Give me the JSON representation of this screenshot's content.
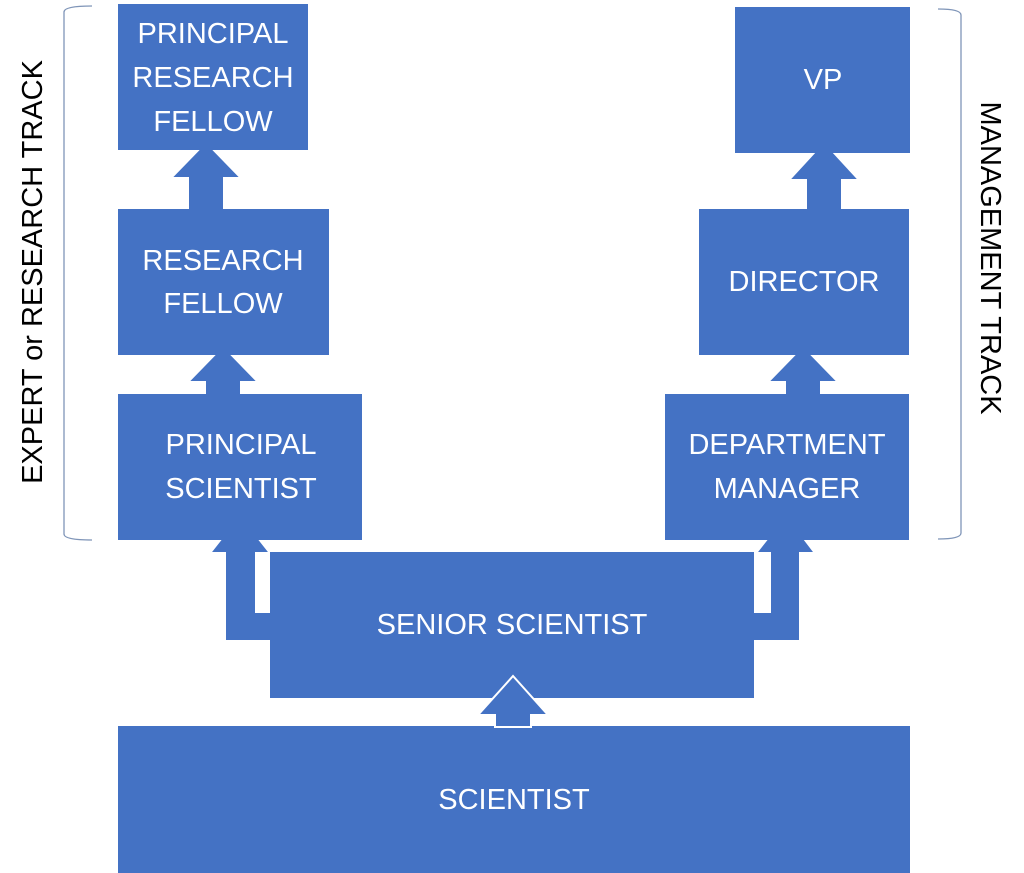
{
  "diagram": {
    "title": "Career ladder: expert/research track vs management track",
    "colors": {
      "box": "#4472c4",
      "box_text": "#ffffff",
      "track_label": "#000000",
      "bracket": "#7f95b8"
    },
    "tracks": {
      "left": {
        "label": "EXPERT or RESEARCH TRACK"
      },
      "right": {
        "label": "MANAGEMENT TRACK"
      }
    },
    "nodes": {
      "scientist": {
        "lines": [
          "SCIENTIST"
        ]
      },
      "senior_scientist": {
        "lines": [
          "SENIOR SCIENTIST"
        ]
      },
      "principal_scientist": {
        "lines": [
          "PRINCIPAL",
          "SCIENTIST"
        ]
      },
      "research_fellow": {
        "lines": [
          "RESEARCH",
          "FELLOW"
        ]
      },
      "principal_research_fellow": {
        "lines": [
          "PRINCIPAL",
          "RESEARCH",
          "FELLOW"
        ]
      },
      "department_manager": {
        "lines": [
          "DEPARTMENT",
          "MANAGER"
        ]
      },
      "director": {
        "lines": [
          "DIRECTOR"
        ]
      },
      "vp": {
        "lines": [
          "VP"
        ]
      }
    },
    "edges": [
      {
        "from": "scientist",
        "to": "senior_scientist"
      },
      {
        "from": "senior_scientist",
        "to": "principal_scientist"
      },
      {
        "from": "senior_scientist",
        "to": "department_manager"
      },
      {
        "from": "principal_scientist",
        "to": "research_fellow"
      },
      {
        "from": "research_fellow",
        "to": "principal_research_fellow"
      },
      {
        "from": "department_manager",
        "to": "director"
      },
      {
        "from": "director",
        "to": "vp"
      }
    ]
  }
}
